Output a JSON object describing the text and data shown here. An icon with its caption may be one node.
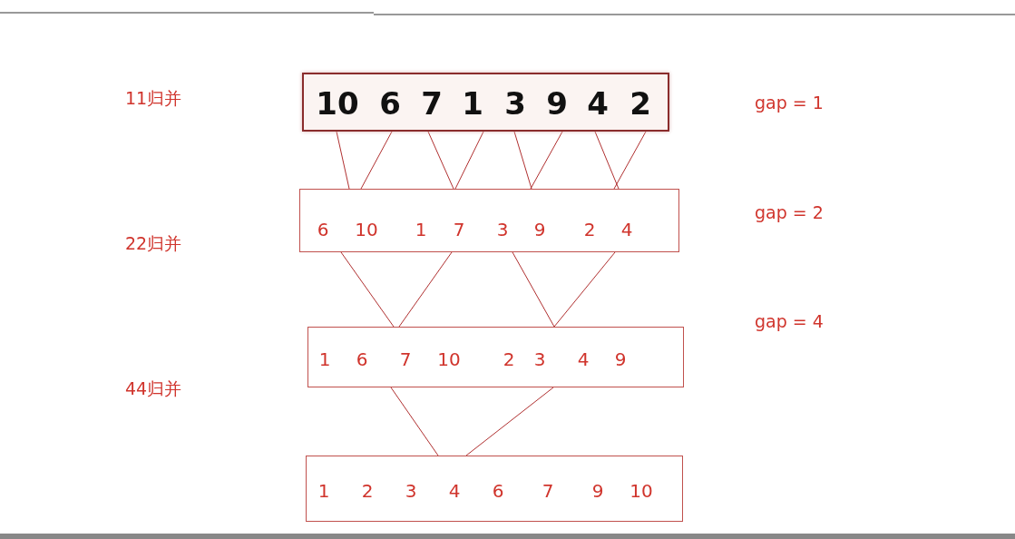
{
  "diagram": {
    "nodes": [
      {
        "text": [
          "10",
          "6",
          "7",
          "1",
          "3",
          "9",
          "4",
          "2"
        ]
      },
      {
        "text": [
          "6",
          "10",
          "1",
          "7",
          "3",
          "9",
          "2",
          "4"
        ]
      },
      {
        "text": [
          "1",
          "6",
          "7",
          "10",
          "2",
          "3",
          "4",
          "9"
        ]
      },
      {
        "text": [
          "1",
          "2",
          "3",
          "4",
          "6",
          "7",
          "9",
          "10"
        ]
      }
    ],
    "edges": [
      {
        "from": 0,
        "to": 1,
        "arrow": "none"
      },
      {
        "from": 0,
        "to": 1,
        "arrow": "none"
      },
      {
        "from": 0,
        "to": 1,
        "arrow": "none"
      },
      {
        "from": 0,
        "to": 1,
        "arrow": "none"
      },
      {
        "from": 0,
        "to": 1,
        "arrow": "none"
      },
      {
        "from": 0,
        "to": 1,
        "arrow": "none"
      },
      {
        "from": 0,
        "to": 1,
        "arrow": "none"
      },
      {
        "from": 0,
        "to": 1,
        "arrow": "none"
      },
      {
        "from": 1,
        "to": 2,
        "arrow": "none"
      },
      {
        "from": 1,
        "to": 2,
        "arrow": "none"
      },
      {
        "from": 1,
        "to": 2,
        "arrow": "none"
      },
      {
        "from": 1,
        "to": 2,
        "arrow": "none"
      },
      {
        "from": 2,
        "to": 3,
        "arrow": "none"
      },
      {
        "from": 2,
        "to": 3,
        "arrow": "none"
      }
    ],
    "labels": [
      "11归并",
      "gap = 1",
      "gap = 2",
      "22归并",
      "gap = 4",
      "44归并"
    ]
  }
}
